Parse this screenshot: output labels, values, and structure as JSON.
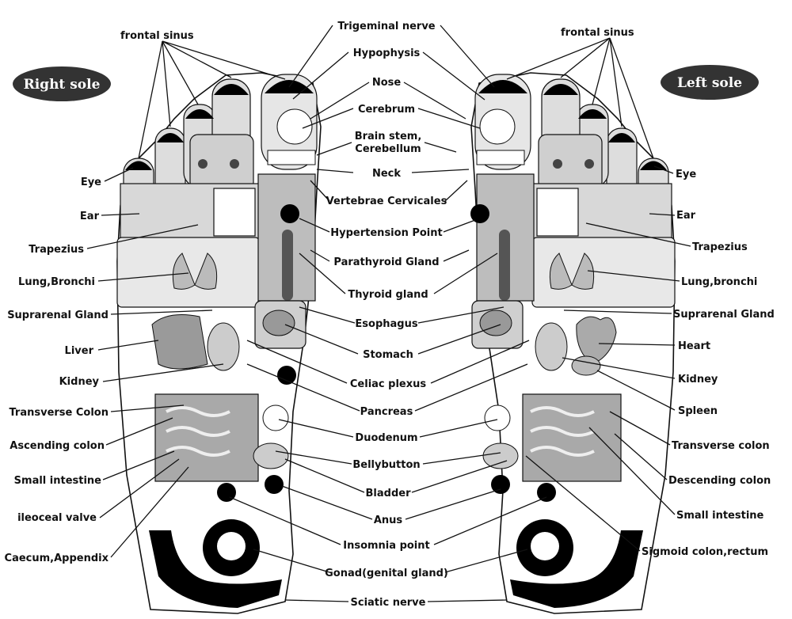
{
  "titles": {
    "right": "Right sole",
    "left": "Left  sole"
  },
  "labels": {
    "center": {
      "trigeminal": "Trigeminal nerve",
      "hypophysis": "Hypophysis",
      "nose": "Nose",
      "cerebrum": "Cerebrum",
      "brainstem_1": "Brain stem,",
      "brainstem_2": "Cerebellum",
      "neck": "Neck",
      "vertebrae": "Vertebrae Cervicales",
      "hypertension": "Hypertension Point",
      "parathyroid": "Parathyroid Gland",
      "thyroid": "Thyroid gland",
      "esophagus": "Esophagus",
      "stomach": "Stomach",
      "celiac": "Celiac plexus",
      "pancreas": "Pancreas",
      "duodenum": "Duodenum",
      "bellybutton": "Bellybutton",
      "bladder": "Bladder",
      "anus": "Anus",
      "insomnia": "Insomnia point",
      "gonad": "Gonad(genital gland)",
      "sciatic": "Sciatic nerve"
    },
    "right": {
      "frontal_sinus": "frontal sinus",
      "eye": "Eye",
      "ear": "Ear",
      "trapezius": "Trapezius",
      "lung": "Lung,Bronchi",
      "suprarenal": "Suprarenal Gland",
      "liver": "Liver",
      "kidney": "Kidney",
      "transverse": "Transverse Colon",
      "ascending": "Ascending colon",
      "small_intestine": "Small intestine",
      "ileocecal": "ileoceal valve",
      "caecum": "Caecum,Appendix"
    },
    "left": {
      "frontal_sinus": "frontal sinus",
      "eye": "Eye",
      "ear": "Ear",
      "trapezius": "Trapezius",
      "lung": "Lung,bronchi",
      "suprarenal": "Suprarenal Gland",
      "heart": "Heart",
      "kidney": "Kidney",
      "spleen": "Spleen",
      "transverse": "Transverse colon",
      "descending": "Descending colon",
      "small_intestine": "Small intestine",
      "sigmoid": "Sigmoid colon,rectum"
    }
  },
  "colors": {
    "ink": "#111111",
    "zone_light": "#e6e6e6",
    "zone_mid": "#bdbdbd",
    "zone_dark": "#8a8a8a",
    "spot": "#000000"
  }
}
